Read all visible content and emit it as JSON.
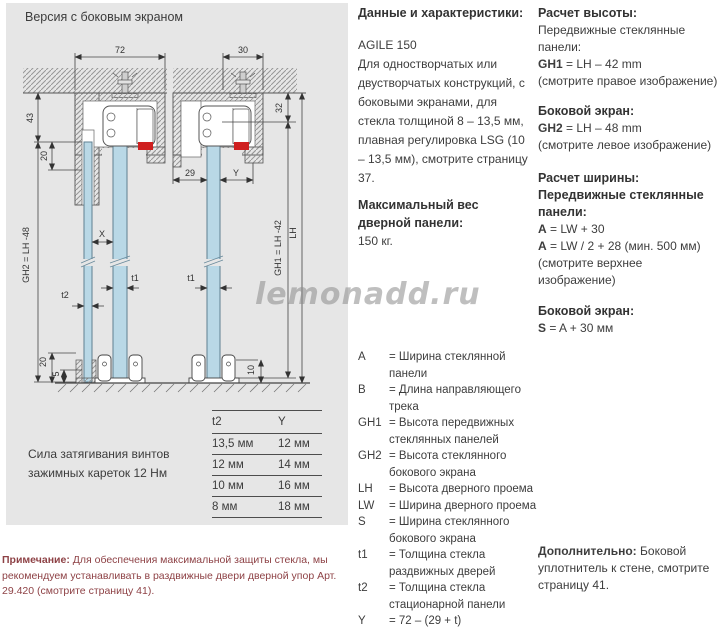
{
  "watermark": "lemonadd.ru",
  "colors": {
    "panel_bg": "#e6e6e6",
    "note_text": "#8e4246",
    "glass_blue": "#b9d8e6",
    "clamp_red": "#cf2020",
    "watermark_gray": "#8c8c8c"
  },
  "diagram": {
    "title": "Версия с боковым экраном",
    "torque_line1": "Сила затягивания винтов",
    "torque_line2": "зажимных кареток 12 Нм",
    "dims": {
      "top_left": "72",
      "top_right": "30",
      "left_top": "43",
      "left_mid": "20",
      "right_top": "32",
      "bottom_29": "29",
      "bottom_y": "Y",
      "mid_x": "X",
      "t1_left": "t1",
      "t1_right": "t1",
      "t2": "t2",
      "gh2": "GH2 = LH -48",
      "gh1": "GH1 = LH -42",
      "lh": "LH",
      "bot_20": "20",
      "bot_5": "5",
      "bot_10": "10"
    },
    "table": {
      "headers": [
        "t2",
        "Y"
      ],
      "rows": [
        [
          "13,5 мм",
          "12 мм"
        ],
        [
          "12 мм",
          "14 мм"
        ],
        [
          "10 мм",
          "16 мм"
        ],
        [
          "8 мм",
          "18 мм"
        ]
      ]
    }
  },
  "note": {
    "label": "Примечание:",
    "text": " Для обеспечения максимальной защиты стекла, мы рекомендуем устанавливать в раздвижные двери дверной упор Арт. 29.420  (смотрите страницу 41)."
  },
  "specs": {
    "title": "Данные и характеристики:",
    "product": "AGILE 150",
    "description": "Для одностворчатых или двустворчатых конструкций, с боковыми экранами, для стекла толщиной 8 – 13,5 мм, плавная регулировка LSG (10 – 13,5 мм), смотрите страницу 37.",
    "weight_title": "Максимальный вес дверной панели:",
    "weight_value": "150 кг."
  },
  "legend": {
    "items": [
      {
        "term": "A",
        "def": "= Ширина стеклянной панели"
      },
      {
        "term": "B",
        "def": "= Длина направляющего трека"
      },
      {
        "term": "GH1",
        "def": "= Высота передвижных стеклянных панелей"
      },
      {
        "term": "GH2",
        "def": "= Высота стеклянного бокового экрана"
      },
      {
        "term": "LH",
        "def": "= Высота дверного проема"
      },
      {
        "term": "LW",
        "def": "= Ширина дверного проема"
      },
      {
        "term": "S",
        "def": "= Ширина стеклянного бокового экрана"
      },
      {
        "term": "t1",
        "def": "= Толщина стекла раздвижных дверей"
      },
      {
        "term": "t2",
        "def": "= Толщина стекла стационарной  панели"
      },
      {
        "term": "Y",
        "def": "= 72 – (29 + t)"
      }
    ]
  },
  "calc": {
    "height_title": "Расчет высоты:",
    "height_sub": "Передвижные стеклянные панели:",
    "gh1": {
      "var": "GH1",
      "rest": "= LH – 42 mm"
    },
    "height_note1": "(смотрите правое изображение)",
    "side_title1": "Боковой экран:",
    "gh2": {
      "var": "GH2",
      "rest": "= LH – 48 mm"
    },
    "height_note2": "(смотрите левое изображение)",
    "width_title": "Расчет ширины:",
    "width_sub": "Передвижные  стеклянные панели:",
    "a1": {
      "var": "A",
      "rest": "= LW + 30"
    },
    "a2": {
      "var": "A",
      "rest": "= LW / 2 + 28 (мин. 500 мм)"
    },
    "width_note": "(смотрите верхнее изображение)",
    "side_title2": "Боковой экран:",
    "s": {
      "var": "S",
      "rest": "= A + 30 мм"
    }
  },
  "additional": {
    "label": "Дополнительно:",
    "text": " Боковой уплотнитель к стене, смотрите страницу 41."
  }
}
